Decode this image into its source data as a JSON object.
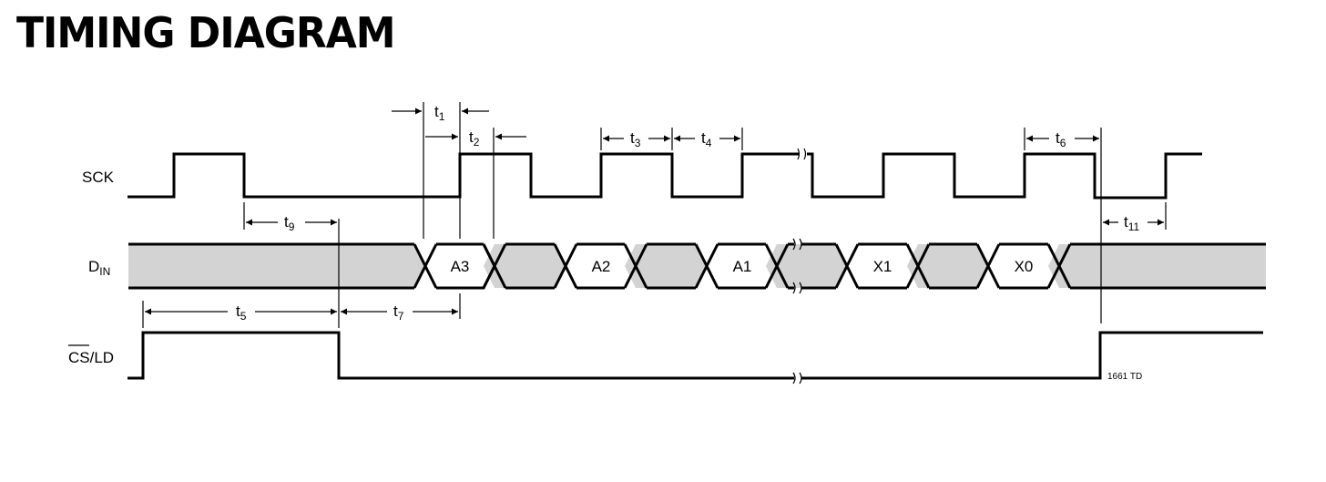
{
  "title": "TIMING DIAGRAM",
  "signals": {
    "sck": "SCK",
    "din_main": "D",
    "din_sub": "IN",
    "cs_over": "CS",
    "cs_rest": "/LD"
  },
  "data_cells": [
    "A3",
    "A2",
    "A1",
    "X1",
    "X0"
  ],
  "timing_labels": {
    "t1": {
      "main": "t",
      "sub": "1"
    },
    "t2": {
      "main": "t",
      "sub": "2"
    },
    "t3": {
      "main": "t",
      "sub": "3"
    },
    "t4": {
      "main": "t",
      "sub": "4"
    },
    "t5": {
      "main": "t",
      "sub": "5"
    },
    "t6": {
      "main": "t",
      "sub": "6"
    },
    "t7": {
      "main": "t",
      "sub": "7"
    },
    "t9": {
      "main": "t",
      "sub": "9"
    },
    "t11": {
      "main": "t",
      "sub": "11"
    }
  },
  "figure_tag": "1661 TD",
  "colors": {
    "data_fill": "#d3d3d3",
    "line": "#000000"
  }
}
